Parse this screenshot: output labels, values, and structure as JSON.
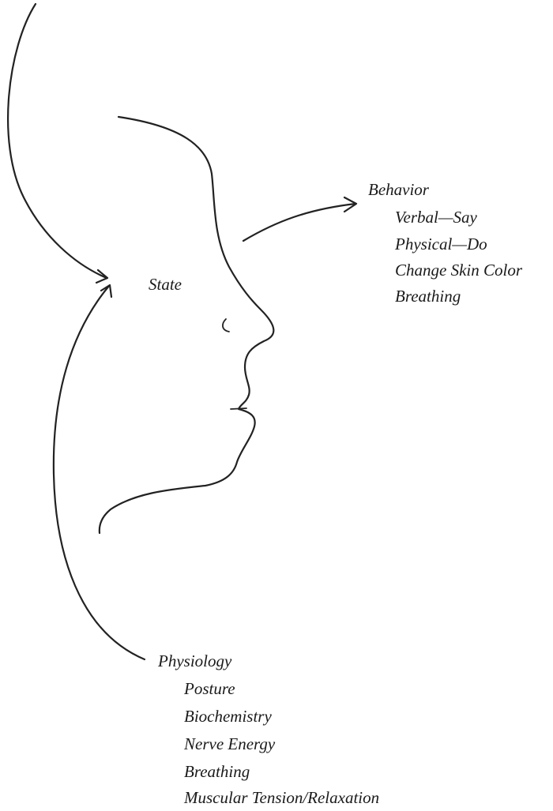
{
  "state_label": "State",
  "behavior": {
    "heading": "Behavior",
    "items": [
      "Verbal—Say",
      "Physical—Do",
      "Change Skin Color",
      "Breathing"
    ]
  },
  "physiology": {
    "heading": "Physiology",
    "items": [
      "Posture",
      "Biochemistry",
      "Nerve Energy",
      "Breathing",
      "Muscular Tension/Relaxation"
    ]
  },
  "icons": [
    "face-profile-icon",
    "arrow-icon"
  ],
  "colors": {
    "ink": "#222222",
    "background": "#ffffff"
  }
}
